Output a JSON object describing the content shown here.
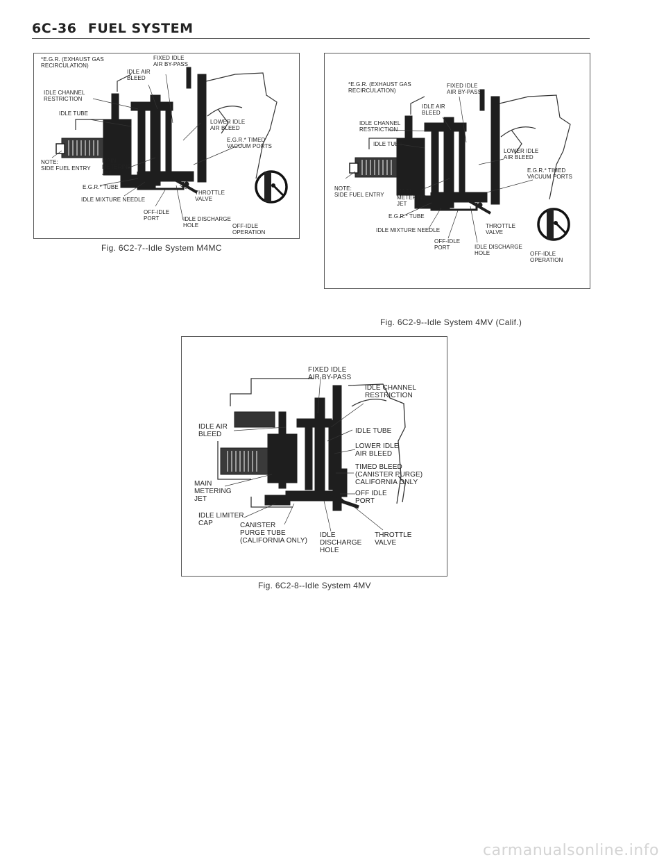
{
  "header": {
    "code": "6C-36",
    "title": "FUEL SYSTEM"
  },
  "fig7": {
    "caption": "Fig. 6C2-7--Idle System M4MC",
    "labels": {
      "egr_recirc": "*E.G.R. (EXHAUST GAS\nRECIRCULATION)",
      "fixed_idle": "FIXED IDLE\nAIR BY-PASS",
      "idle_air": "IDLE AIR\nBLEED",
      "idle_channel": "IDLE CHANNEL\nRESTRICTION",
      "idle_tube": "IDLE TUBE",
      "lower_idle": "LOWER IDLE\nAIR BLEED",
      "egr_timed": "E.G.R.* TIMED\nVACUUM PORTS",
      "note": "NOTE:\nSIDE FUEL ENTRY",
      "main_metering": "MAIN\nMETERING\nJET",
      "egr_tube": "E.G.R.* TUBE",
      "idle_mixture": "IDLE MIXTURE NEEDLE",
      "throttle": "THROTTLE\nVALVE",
      "off_idle_port": "OFF-IDLE\nPORT",
      "idle_discharge": "IDLE DISCHARGE\nHOLE",
      "off_idle_op": "OFF-IDLE\nOPERATION"
    }
  },
  "fig9": {
    "caption": "Fig. 6C2-9--Idle System 4MV (Calif.)",
    "labels": {
      "egr_recirc": "*E.G.R. (EXHAUST GAS\nRECIRCULATION)",
      "fixed_idle": "FIXED IDLE\nAIR BY-PASS",
      "idle_air": "IDLE AIR\nBLEED",
      "idle_channel": "IDLE CHANNEL\nRESTRICTION",
      "idle_tube": "IDLE TUBE",
      "lower_idle": "LOWER IDLE\nAIR BLEED",
      "egr_timed": "E.G.R.* TIMED\nVACUUM PORTS",
      "note": "NOTE:\nSIDE FUEL ENTRY",
      "main_metering": "MAIN\nMETERING\nJET",
      "egr_tube": "E.G.R.* TUBE",
      "idle_mixture": "IDLE MIXTURE NEEDLE",
      "throttle": "THROTTLE\nVALVE",
      "off_idle_port": "OFF-IDLE\nPORT",
      "idle_discharge": "IDLE DISCHARGE\nHOLE",
      "off_idle_op": "OFF-IDLE\nOPERATION"
    }
  },
  "fig8": {
    "caption": "Fig. 6C2-8--Idle System 4MV",
    "labels": {
      "fixed_idle": "FIXED IDLE\nAIR BY-PASS",
      "idle_channel": "IDLE CHANNEL\nRESTRICTION",
      "idle_air": "IDLE AIR\nBLEED",
      "idle_tube": "IDLE TUBE",
      "lower_idle": "LOWER IDLE\nAIR BLEED",
      "timed_bleed": "TIMED BLEED\n(CANISTER PURGE)\nCALIFORNIA ONLY",
      "main_metering": "MAIN\nMETERING\nJET",
      "off_idle_port": "OFF IDLE\nPORT",
      "idle_limiter": "IDLE LIMITER\nCAP",
      "canister": "CANISTER\nPURGE TUBE\n(CALIFORNIA ONLY)",
      "idle_discharge": "IDLE\nDISCHARGE\nHOLE",
      "throttle": "THROTTLE\nVALVE"
    }
  },
  "watermark": "carmanualsonline.info",
  "colors": {
    "ink": "#222222",
    "paper": "#ffffff",
    "rule": "#555555"
  }
}
